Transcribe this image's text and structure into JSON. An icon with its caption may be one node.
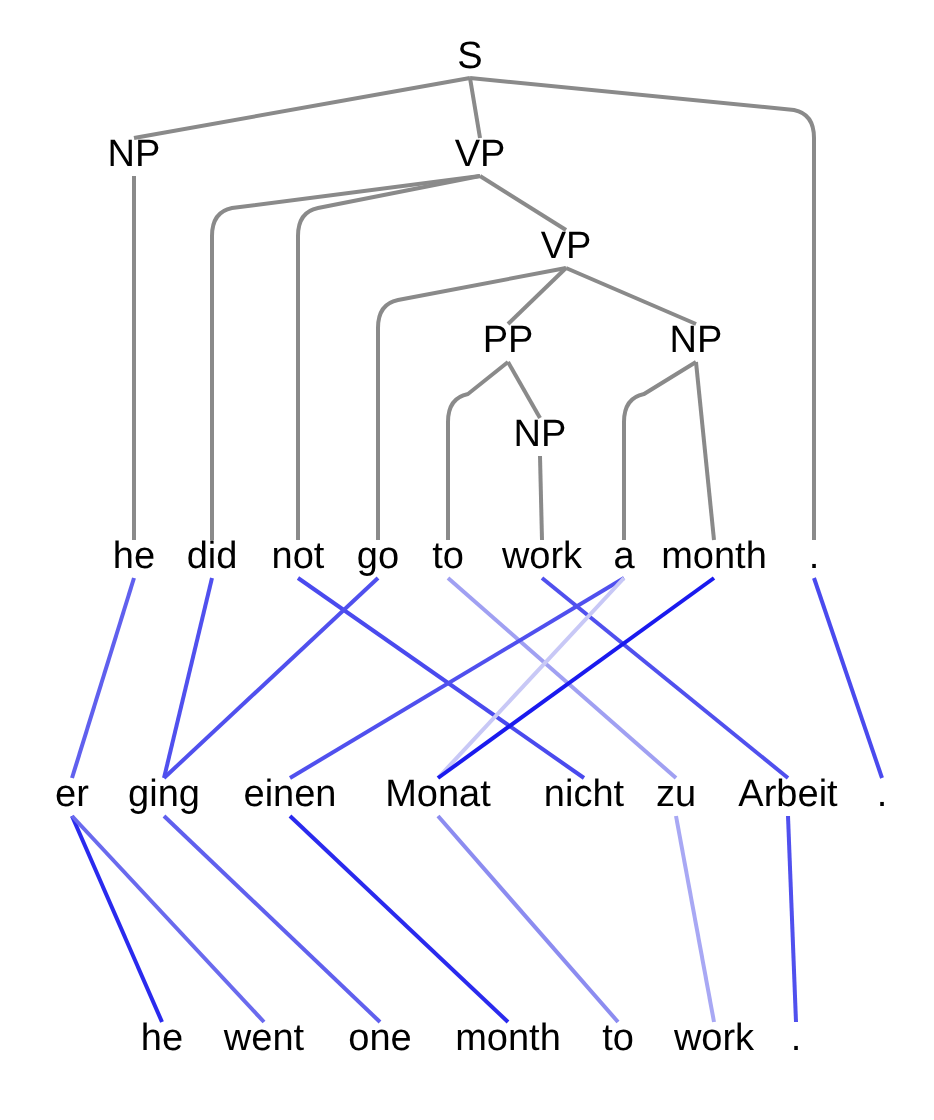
{
  "diagram": {
    "nodes": [
      {
        "text": [
          "S"
        ]
      },
      {
        "text": [
          "NP"
        ]
      },
      {
        "text": [
          "VP"
        ]
      },
      {
        "text": [
          "VP"
        ]
      },
      {
        "text": [
          "PP"
        ]
      },
      {
        "text": [
          "NP"
        ]
      },
      {
        "text": [
          "NP"
        ]
      },
      {
        "text": [
          "he"
        ]
      },
      {
        "text": [
          "did"
        ]
      },
      {
        "text": [
          "not"
        ]
      },
      {
        "text": [
          "go"
        ]
      },
      {
        "text": [
          "to"
        ]
      },
      {
        "text": [
          "work"
        ]
      },
      {
        "text": [
          "a"
        ]
      },
      {
        "text": [
          "month"
        ]
      },
      {
        "text": [
          "."
        ]
      },
      {
        "text": [
          "er"
        ]
      },
      {
        "text": [
          "ging"
        ]
      },
      {
        "text": [
          "einen"
        ]
      },
      {
        "text": [
          "Monat"
        ]
      },
      {
        "text": [
          "nicht"
        ]
      },
      {
        "text": [
          "zu"
        ]
      },
      {
        "text": [
          "Arbeit"
        ]
      },
      {
        "text": [
          "."
        ]
      },
      {
        "text": [
          "he"
        ]
      },
      {
        "text": [
          "went"
        ]
      },
      {
        "text": [
          "one"
        ]
      },
      {
        "text": [
          "month"
        ]
      },
      {
        "text": [
          "to"
        ]
      },
      {
        "text": [
          "work"
        ]
      },
      {
        "text": [
          "."
        ]
      }
    ],
    "edges": [
      {
        "from": 0,
        "to": 1,
        "arrow": "none"
      },
      {
        "from": 0,
        "to": 2,
        "arrow": "none"
      },
      {
        "from": 0,
        "to": 15,
        "arrow": "none"
      },
      {
        "from": 1,
        "to": 7,
        "arrow": "none"
      },
      {
        "from": 2,
        "to": 8,
        "arrow": "none"
      },
      {
        "from": 2,
        "to": 9,
        "arrow": "none"
      },
      {
        "from": 2,
        "to": 3,
        "arrow": "none"
      },
      {
        "from": 3,
        "to": 10,
        "arrow": "none"
      },
      {
        "from": 3,
        "to": 4,
        "arrow": "none"
      },
      {
        "from": 3,
        "to": 5,
        "arrow": "none"
      },
      {
        "from": 4,
        "to": 11,
        "arrow": "none"
      },
      {
        "from": 4,
        "to": 6,
        "arrow": "none"
      },
      {
        "from": 6,
        "to": 12,
        "arrow": "none"
      },
      {
        "from": 5,
        "to": 13,
        "arrow": "none"
      },
      {
        "from": 5,
        "to": 14,
        "arrow": "none"
      },
      {
        "from": 7,
        "to": 16,
        "arrow": "none",
        "color": "#6060ee"
      },
      {
        "from": 8,
        "to": 17,
        "arrow": "none",
        "color": "#5050ee"
      },
      {
        "from": 9,
        "to": 20,
        "arrow": "none",
        "color": "#4a4aee"
      },
      {
        "from": 10,
        "to": 17,
        "arrow": "none",
        "color": "#5050ee"
      },
      {
        "from": 11,
        "to": 21,
        "arrow": "none",
        "color": "#a0a0f2"
      },
      {
        "from": 12,
        "to": 22,
        "arrow": "none",
        "color": "#5050ee"
      },
      {
        "from": 13,
        "to": 18,
        "arrow": "none",
        "color": "#5050ee"
      },
      {
        "from": 13,
        "to": 19,
        "arrow": "none",
        "color": "#c8c8f6"
      },
      {
        "from": 14,
        "to": 19,
        "arrow": "none",
        "color": "#1a1aee"
      },
      {
        "from": 15,
        "to": 23,
        "arrow": "none",
        "color": "#4a4aee"
      },
      {
        "from": 16,
        "to": 24,
        "arrow": "none",
        "color": "#2a2aee"
      },
      {
        "from": 16,
        "to": 25,
        "arrow": "none",
        "color": "#6a6aee"
      },
      {
        "from": 17,
        "to": 26,
        "arrow": "none",
        "color": "#6060ee"
      },
      {
        "from": 18,
        "to": 27,
        "arrow": "none",
        "color": "#2a2aee"
      },
      {
        "from": 19,
        "to": 28,
        "arrow": "none",
        "color": "#8c8cf0"
      },
      {
        "from": 21,
        "to": 29,
        "arrow": "none",
        "color": "#a8a8f4"
      },
      {
        "from": 22,
        "to": 30,
        "arrow": "none",
        "color": "#5050ee"
      }
    ]
  }
}
